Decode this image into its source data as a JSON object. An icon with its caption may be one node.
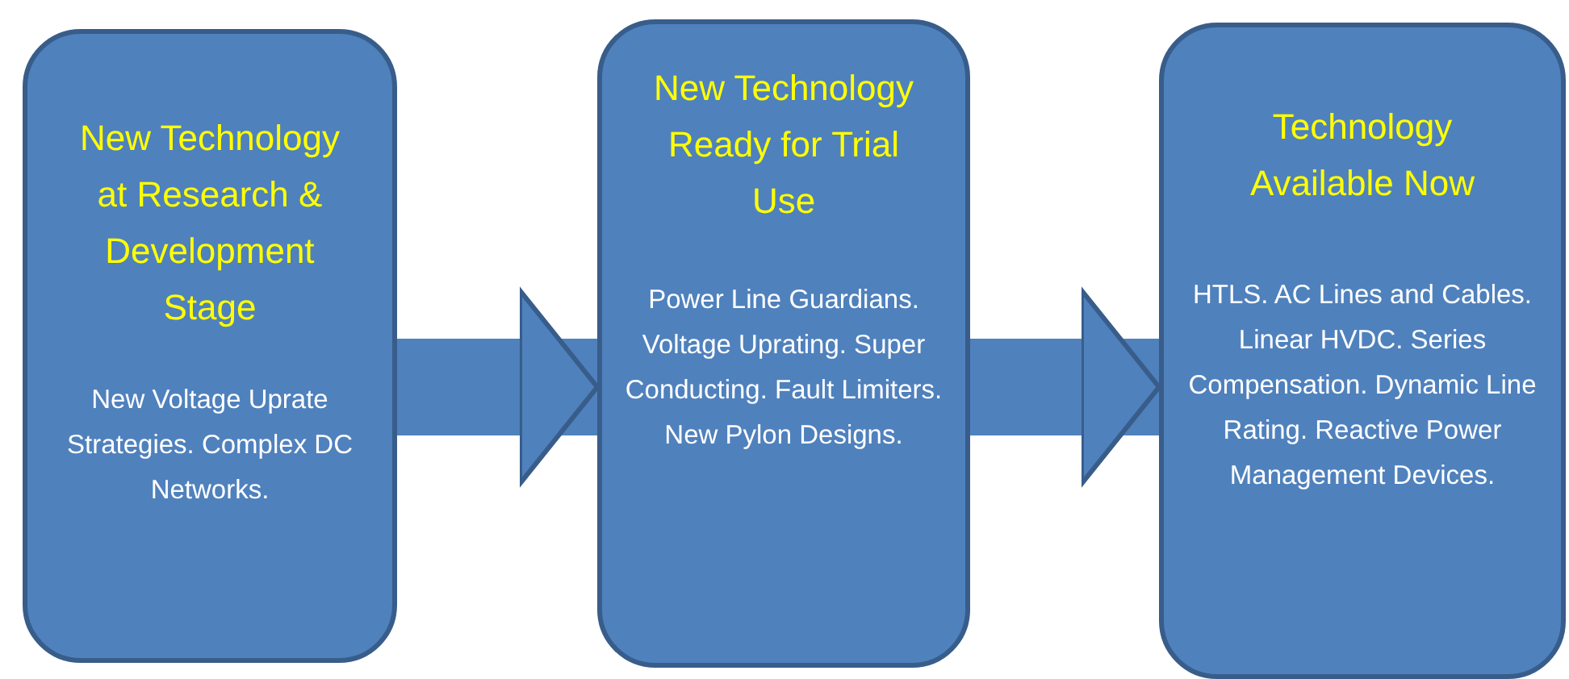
{
  "diagram": {
    "nodes": [
      {
        "text": [
          "New Technology at Research & Development Stage",
          "New Voltage Uprate Strategies. Complex DC Networks."
        ]
      },
      {
        "text": [
          "New Technology Ready for Trial Use",
          "Power Line Guardians. Voltage Uprating. Super Conducting. Fault Limiters. New Pylon Designs."
        ]
      },
      {
        "text": [
          "Technology Available Now",
          "HTLS. AC Lines and Cables. Linear HVDC. Series Compensation. Dynamic Line Rating. Reactive Power Management Devices."
        ]
      }
    ],
    "edges": [
      {
        "from": 0,
        "to": 1,
        "arrow": "to"
      },
      {
        "from": 1,
        "to": 2,
        "arrow": "to"
      }
    ]
  }
}
